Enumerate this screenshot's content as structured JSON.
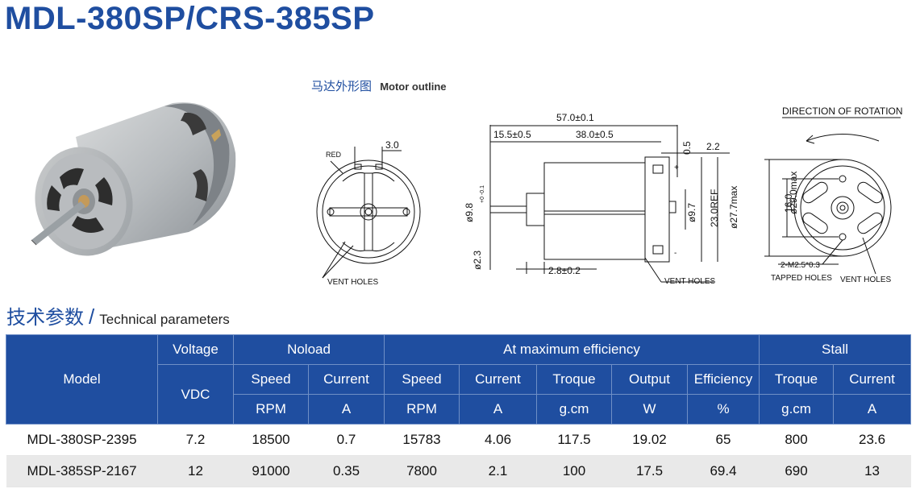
{
  "title": "MDL-380SP/CRS-385SP",
  "outline": {
    "cn": "马达外形图",
    "en": "Motor outline"
  },
  "drawing_labels": {
    "red": "RED",
    "d3": "3.0",
    "vent1": "VENT HOLES",
    "d57": "57.0±0.1",
    "d155": "15.5±0.5",
    "d38": "38.0±0.5",
    "d05": "0.5",
    "d22": "2.2",
    "dphi98": "ø9.8",
    "dtol": "+0 -0.1",
    "dphi97": "ø9.7",
    "d23ref": "23.0REF",
    "d277": "ø27.7max",
    "d23": "ø2.3",
    "d28": "2.8±0.2",
    "vent2": "VENT HOLES",
    "plus": "+",
    "minus": "-",
    "direction": "DIRECTION OF ROTATION",
    "d29": "ø29.0max",
    "d16": "16.0",
    "tapped_spec": "2-M2.5*0.3",
    "tapped": "TAPPED HOLES",
    "vent3": "VENT HOLES"
  },
  "section": {
    "cn": "技术参数",
    "slash": "/",
    "en": "Technical parameters"
  },
  "table": {
    "group_headers": {
      "model": "Model",
      "voltage": "Voltage",
      "noload": "Noload",
      "max_eff": "At maximum efficiency",
      "stall": "Stall"
    },
    "sub_headers": {
      "vdc": "VDC",
      "speed1": "Speed",
      "current1": "Current",
      "speed2": "Speed",
      "current2": "Current",
      "torque2": "Troque",
      "output": "Output",
      "efficiency": "Efficiency",
      "torque3": "Troque",
      "current3": "Current"
    },
    "units": {
      "rpm1": "RPM",
      "a1": "A",
      "rpm2": "RPM",
      "a2": "A",
      "gcm1": "g.cm",
      "w": "W",
      "pct": "%",
      "gcm2": "g.cm",
      "a3": "A"
    },
    "rows": [
      [
        "MDL-380SP-2395",
        "7.2",
        "18500",
        "0.7",
        "15783",
        "4.06",
        "117.5",
        "19.02",
        "65",
        "800",
        "23.6"
      ],
      [
        "MDL-385SP-2167",
        "12",
        "91000",
        "0.35",
        "7800",
        "2.1",
        "100",
        "17.5",
        "69.4",
        "690",
        "13"
      ]
    ]
  },
  "colors": {
    "accent": "#1f4ea0",
    "header_bg": "#1f4ea0",
    "alt_row": "#e9e9e9"
  }
}
